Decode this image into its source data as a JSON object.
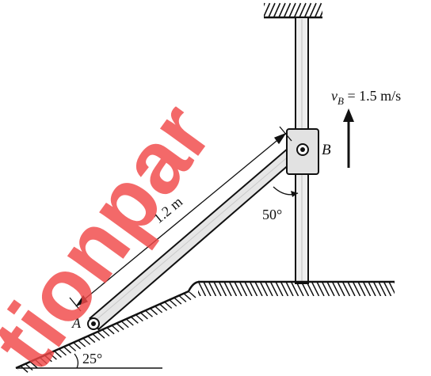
{
  "labels": {
    "point_a": "A",
    "point_b": "B",
    "velocity_symbol": "v",
    "velocity_subscript": "B",
    "velocity_value": " = 1.5 m/s",
    "length": "1.2 m",
    "angle_rod": "50°",
    "angle_slope": "25°"
  },
  "watermark": {
    "text": "tionpar",
    "color": "#f04848"
  },
  "colors": {
    "ink": "#111111",
    "rod_fill": "#e6e6e6",
    "collar_fill": "#e2e2e2",
    "background": "#ffffff"
  }
}
